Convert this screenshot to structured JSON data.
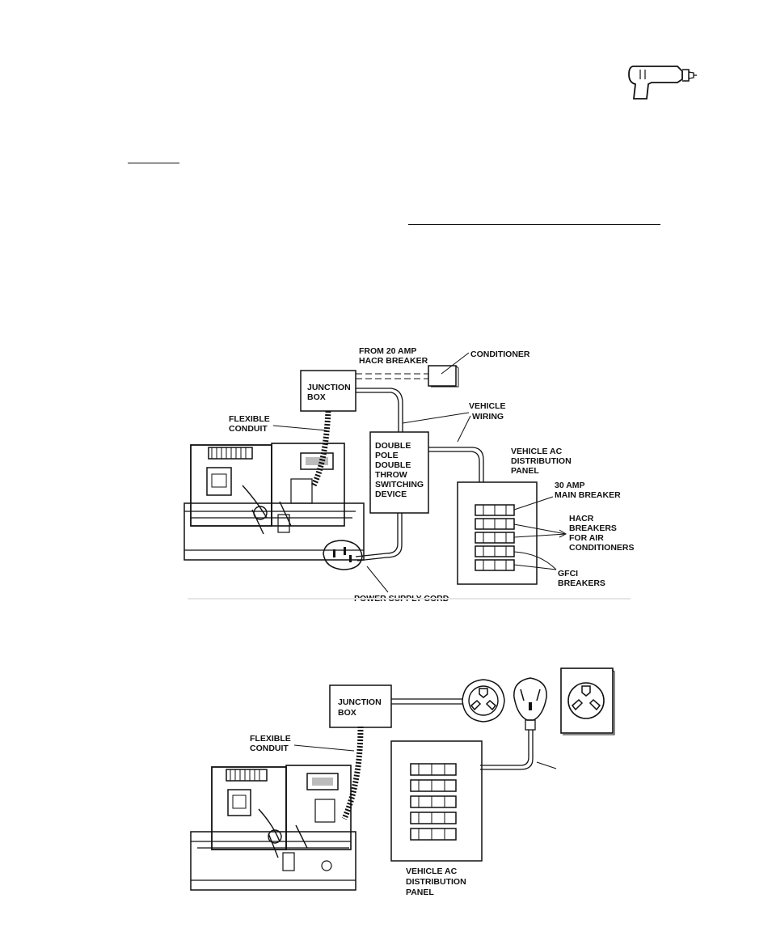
{
  "figure1": {
    "labels": {
      "from_breaker_1": "FROM 20 AMP",
      "from_breaker_2": "HACR BREAKER",
      "conditioner": "CONDITIONER",
      "junction_box_1": "JUNCTION",
      "junction_box_2": "BOX",
      "flexible_conduit_1": "FLEXIBLE",
      "flexible_conduit_2": "CONDUIT",
      "vehicle_wiring_1": "VEHICLE",
      "vehicle_wiring_2": "WIRING",
      "switch_1": "DOUBLE",
      "switch_2": "POLE",
      "switch_3": "DOUBLE",
      "switch_4": "THROW",
      "switch_5": "SWITCHING",
      "switch_6": "DEVICE",
      "panel_1": "VEHICLE AC",
      "panel_2": "DISTRIBUTION",
      "panel_3": "PANEL",
      "main_breaker_1": "30 AMP",
      "main_breaker_2": "MAIN BREAKER",
      "hacr_1": "HACR",
      "hacr_2": "BREAKERS",
      "hacr_3": "FOR AIR",
      "hacr_4": "CONDITIONERS",
      "gfci_1": "GFCI",
      "gfci_2": "BREAKERS",
      "power_cord": "POWER SUPPLY CORD"
    }
  },
  "figure2": {
    "labels": {
      "junction_box_1": "JUNCTION",
      "junction_box_2": "BOX",
      "flexible_conduit_1": "FLEXIBLE",
      "flexible_conduit_2": "CONDUIT",
      "panel_1": "VEHICLE AC",
      "panel_2": "DISTRIBUTION",
      "panel_3": "PANEL"
    }
  }
}
